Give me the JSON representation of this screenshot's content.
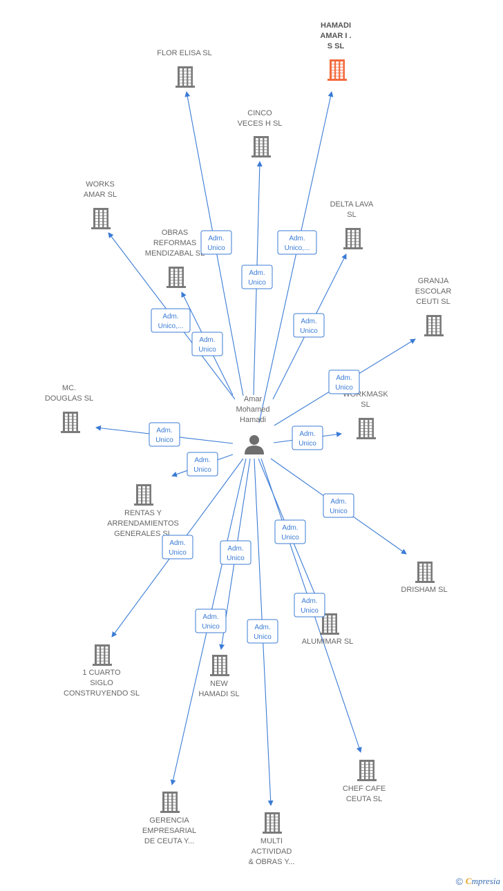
{
  "center": {
    "label": [
      "Amar",
      "Mohamed",
      "Hamadi"
    ],
    "icon": "person-icon"
  },
  "edge_label_lines": [
    "Adm.",
    "Unico"
  ],
  "colors": {
    "edge": "#3a7bd5",
    "building": "#7a7a7a",
    "highlight": "#f26a3d",
    "text": "#666666"
  },
  "companies": [
    {
      "id": "hamadi-amar",
      "label": [
        "HAMADI",
        "AMAR I .",
        "S  SL"
      ],
      "highlight": true,
      "edge_label": [
        "Adm.",
        "Unico,..."
      ]
    },
    {
      "id": "flor-elisa",
      "label": [
        "FLOR ELISA SL"
      ],
      "edge_label": [
        "Adm.",
        "Unico"
      ]
    },
    {
      "id": "cinco-veces",
      "label": [
        "CINCO",
        "VECES H  SL"
      ],
      "edge_label": [
        "Adm.",
        "Unico"
      ]
    },
    {
      "id": "works-amar",
      "label": [
        "WORKS",
        "AMAR SL"
      ],
      "edge_label": [
        "Adm.",
        "Unico,..."
      ]
    },
    {
      "id": "obras-reformas",
      "label": [
        "OBRAS",
        "REFORMAS",
        "MENDIZABAL SL"
      ],
      "edge_label": [
        "Adm.",
        "Unico"
      ]
    },
    {
      "id": "delta-lava",
      "label": [
        "DELTA LAVA",
        "SL"
      ],
      "edge_label": [
        "Adm.",
        "Unico"
      ]
    },
    {
      "id": "granja-escolar",
      "label": [
        "GRANJA",
        "ESCOLAR",
        "CEUTI SL"
      ],
      "edge_label": [
        "Adm.",
        "Unico"
      ]
    },
    {
      "id": "mc-douglas",
      "label": [
        "MC.",
        "DOUGLAS  SL"
      ],
      "edge_label": [
        "Adm.",
        "Unico"
      ]
    },
    {
      "id": "workmask",
      "label": [
        "WORKMASK",
        "SL"
      ],
      "edge_label": [
        "Adm.",
        "Unico"
      ]
    },
    {
      "id": "rentas",
      "label": [
        "RENTAS Y",
        "ARRENDAMIENTOS",
        "GENERALES SL"
      ],
      "edge_label": [
        "Adm.",
        "Unico"
      ]
    },
    {
      "id": "drisham",
      "label": [
        "DRISHAM SL"
      ],
      "edge_label": [
        "Adm.",
        "Unico"
      ]
    },
    {
      "id": "cuarto-siglo",
      "label": [
        "1 CUARTO",
        "SIGLO",
        "CONSTRUYENDO SL"
      ],
      "edge_label": [
        "Adm.",
        "Unico"
      ]
    },
    {
      "id": "alumimar",
      "label": [
        "ALUMIMAR  SL"
      ],
      "edge_label": [
        "Adm.",
        "Unico"
      ]
    },
    {
      "id": "new-hamadi",
      "label": [
        "NEW",
        "HAMADI  SL"
      ],
      "edge_label": [
        "Adm.",
        "Unico"
      ]
    },
    {
      "id": "chef-cafe",
      "label": [
        "CHEF CAFE",
        "CEUTA SL"
      ],
      "edge_label": [
        "Adm.",
        "Unico"
      ]
    },
    {
      "id": "gerencia",
      "label": [
        "GERENCIA",
        "EMPRESARIAL",
        "DE CEUTA Y..."
      ],
      "edge_label": [
        "Adm.",
        "Unico"
      ]
    },
    {
      "id": "multi-actividad",
      "label": [
        "MULTI",
        "ACTIVIDAD",
        "& OBRAS Y..."
      ],
      "edge_label": [
        "Adm.",
        "Unico"
      ]
    }
  ],
  "footer": {
    "copyright": "©",
    "brand_first": "C",
    "brand_rest": "mpresia"
  }
}
